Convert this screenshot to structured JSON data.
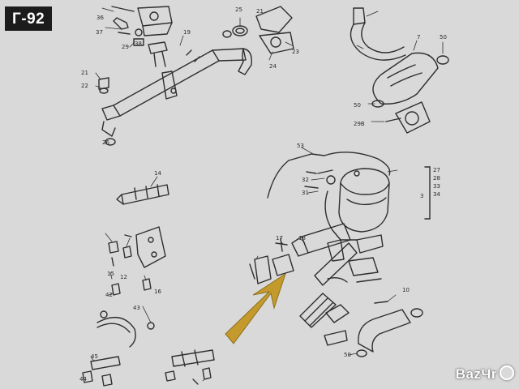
{
  "listing_tag": "Г-92",
  "watermark_logo": "BazЧr",
  "colors": {
    "paper": "#d9d9d9",
    "ink": "#2e2e2e",
    "tag_background": "#1c1c1c",
    "arrow_fill": "#c49a2c"
  },
  "diagram": {
    "part_numbers": [
      {
        "key": "p36",
        "text": "36"
      },
      {
        "key": "p37",
        "text": "37"
      },
      {
        "key": "p29a",
        "text": "29"
      },
      {
        "key": "p38",
        "text": "38"
      },
      {
        "key": "p25",
        "text": "25"
      },
      {
        "key": "p19",
        "text": "19"
      },
      {
        "key": "p21",
        "text": "21"
      },
      {
        "key": "p22",
        "text": "22"
      },
      {
        "key": "p23",
        "text": "23"
      },
      {
        "key": "p24",
        "text": "24"
      },
      {
        "key": "p21b",
        "text": "21"
      },
      {
        "key": "p26",
        "text": "26"
      },
      {
        "key": "p7",
        "text": "7"
      },
      {
        "key": "p50a",
        "text": "50"
      },
      {
        "key": "p50b",
        "text": "50"
      },
      {
        "key": "p29b",
        "text": "29B"
      },
      {
        "key": "p53",
        "text": "53"
      },
      {
        "key": "p14",
        "text": "14"
      },
      {
        "key": "p32",
        "text": "32"
      },
      {
        "key": "p31",
        "text": "31"
      },
      {
        "key": "p15",
        "text": "15"
      },
      {
        "key": "p12",
        "text": "12"
      },
      {
        "key": "p16",
        "text": "16"
      },
      {
        "key": "p42",
        "text": "42"
      },
      {
        "key": "p43",
        "text": "43"
      },
      {
        "key": "p45",
        "text": "45"
      },
      {
        "key": "p44",
        "text": "44"
      },
      {
        "key": "p18",
        "text": "18"
      },
      {
        "key": "p17",
        "text": "17"
      },
      {
        "key": "p10",
        "text": "10"
      },
      {
        "key": "p50c",
        "text": "50"
      },
      {
        "key": "p3",
        "text": "3"
      },
      {
        "key": "p27",
        "text": "27"
      },
      {
        "key": "p28",
        "text": "28"
      },
      {
        "key": "p33",
        "text": "33"
      },
      {
        "key": "p34",
        "text": "34"
      }
    ]
  }
}
